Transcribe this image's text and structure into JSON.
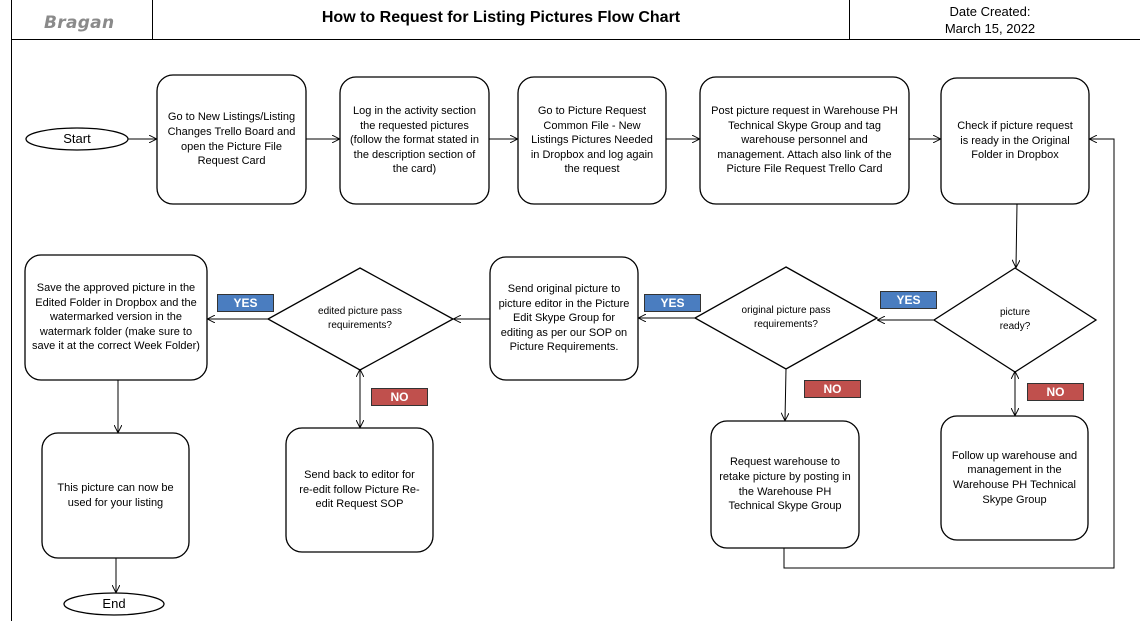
{
  "header": {
    "logo": "Bragan",
    "title": "How to Request for Listing Pictures Flow Chart",
    "date_label": "Date Created:",
    "date_value": "March 15, 2022"
  },
  "nodes": {
    "start": "Start",
    "end": "End",
    "step1": "Go to New Listings/Listing Changes Trello Board  and open the Picture File Request Card",
    "step2": "Log in the activity section the requested pictures (follow the format stated in the description section of the card)",
    "step3": "Go to Picture Request Common File - New Listings Pictures Needed in Dropbox and log again the request",
    "step4": "Post picture request in Warehouse PH Technical Skype Group and tag warehouse personnel and management. Attach also link of the Picture File Request Trello Card",
    "step5": "Check if picture request is ready in the Original Folder in Dropbox",
    "decision_ready": "picture ready?",
    "followup": "Follow up warehouse and management in the Warehouse PH Technical Skype Group",
    "decision_original": "original picture pass requirements?",
    "retake": "Request warehouse to retake picture by posting in the Warehouse PH Technical Skype Group",
    "send_editor": "Send original picture to picture editor in the Picture Edit Skype Group  for editing as per our SOP on Picture Requirements.",
    "decision_edited": "edited picture pass requirements?",
    "reedit": "Send back to editor for re-edit follow Picture Re-edit Request SOP",
    "save": "Save the approved picture in the Edited Folder in Dropbox and the watermarked version in the watermark folder (make sure to save it at the correct Week Folder)",
    "use": "This picture can now be used for your listing"
  },
  "badges": {
    "yes": "YES",
    "no": "NO"
  }
}
